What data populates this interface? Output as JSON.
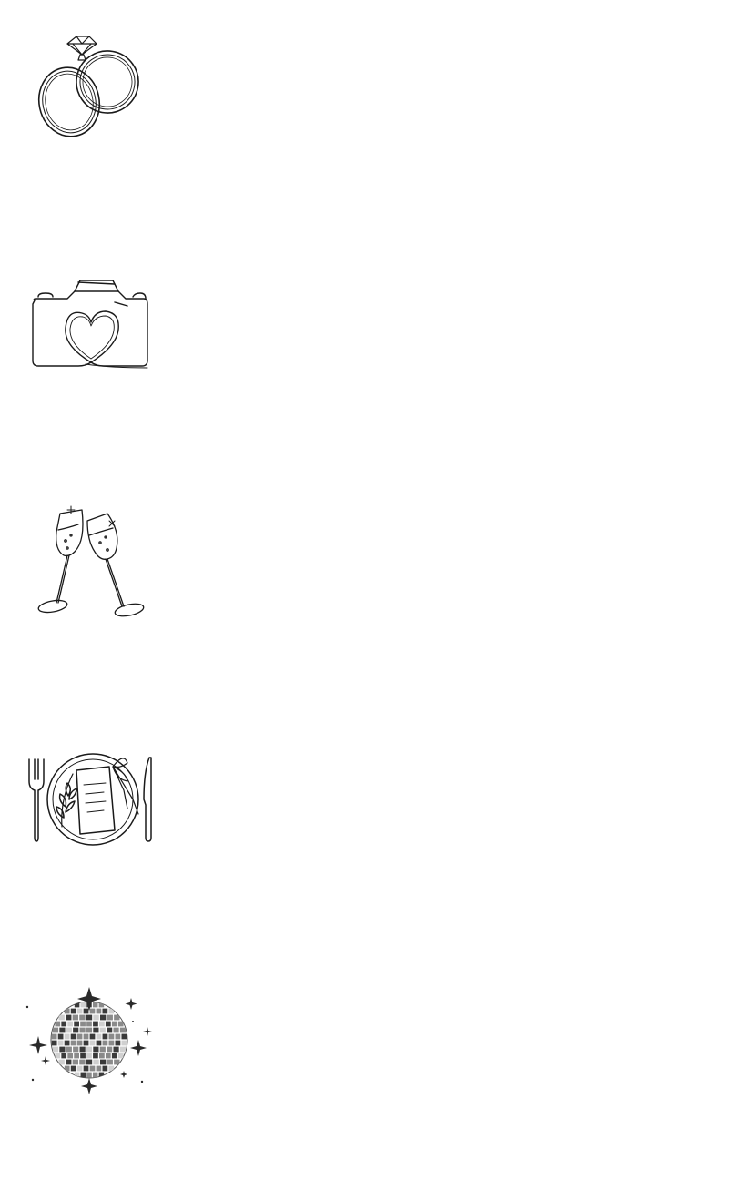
{
  "icons": [
    {
      "id": "rings",
      "name": "wedding-rings-icon"
    },
    {
      "id": "camera",
      "name": "heart-camera-icon"
    },
    {
      "id": "toast",
      "name": "champagne-toast-icon"
    },
    {
      "id": "table",
      "name": "dinner-place-setting-icon"
    },
    {
      "id": "disco",
      "name": "disco-ball-icon"
    }
  ],
  "colors": {
    "background": "#ffffff",
    "line": "#1a1a1a",
    "disco_dark": "#3a3a3a",
    "disco_mid": "#8a8a8a",
    "disco_light": "#d0d0d0"
  }
}
